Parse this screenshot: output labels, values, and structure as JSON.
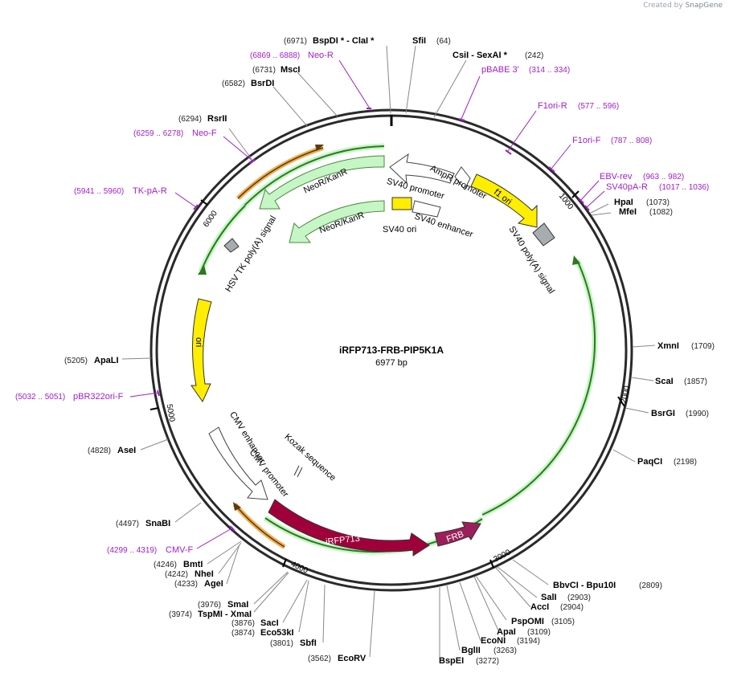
{
  "credit": {
    "prefix": "Created by",
    "brand": "SnapGene"
  },
  "plasmid": {
    "name": "iRFP713-FRB-PIP5K1A",
    "length": "6977 bp"
  },
  "ticks": [
    "1000",
    "2000",
    "3000",
    "4000",
    "5000",
    "6000"
  ],
  "features": {
    "neo_outer": "NeoR/KanR",
    "neo_inner": "NeoR/KanR",
    "sv40_promoter": "SV40 promoter",
    "ampr_promoter": "AmpR promoter",
    "f1_ori": "f1 ori",
    "sv40_ori": "SV40 ori",
    "sv40_enhancer": "SV40 enhancer",
    "sv40_polya": "SV40 poly(A) signal",
    "hsv_tk_polya": "HSV TK poly(A) signal",
    "ori": "ori",
    "cmv_enhancer": "CMV enhancer",
    "cmv_promoter": "CMV promoter",
    "kozak": "Kozak sequence",
    "irfp713": "iRFP713",
    "frb": "FRB"
  },
  "enzymes": [
    {
      "id": "bspdi",
      "pos": "(6971)",
      "name": "BspDI *  - ClaI *"
    },
    {
      "id": "sfii",
      "pos": "(64)",
      "name": "SfiI"
    },
    {
      "id": "csii",
      "pos": "(242)",
      "name": "CsiI  - SexAI *"
    },
    {
      "id": "msci",
      "pos": "(6731)",
      "name": "MscI"
    },
    {
      "id": "bsrdi",
      "pos": "(6582)",
      "name": "BsrDI"
    },
    {
      "id": "rsrii",
      "pos": "(6294)",
      "name": "RsrII"
    },
    {
      "id": "hpai",
      "pos": "(1073)",
      "name": "HpaI"
    },
    {
      "id": "mfei",
      "pos": "(1082)",
      "name": "MfeI"
    },
    {
      "id": "xmni",
      "pos": "(1709)",
      "name": "XmnI"
    },
    {
      "id": "scai",
      "pos": "(1857)",
      "name": "ScaI"
    },
    {
      "id": "bsrgi",
      "pos": "(1990)",
      "name": "BsrGI"
    },
    {
      "id": "paqci",
      "pos": "(2198)",
      "name": "PaqCI"
    },
    {
      "id": "apali",
      "pos": "(5205)",
      "name": "ApaLI"
    },
    {
      "id": "asei",
      "pos": "(4828)",
      "name": "AseI"
    },
    {
      "id": "snabi",
      "pos": "(4497)",
      "name": "SnaBI"
    },
    {
      "id": "bmti",
      "pos": "(4246)",
      "name": "BmtI"
    },
    {
      "id": "nhei",
      "pos": "(4242)",
      "name": "NheI"
    },
    {
      "id": "agei",
      "pos": "(4233)",
      "name": "AgeI"
    },
    {
      "id": "smai",
      "pos": "(3976)",
      "name": "SmaI"
    },
    {
      "id": "tspmi",
      "pos": "(3974)",
      "name": "TspMI  - XmaI"
    },
    {
      "id": "saci",
      "pos": "(3876)",
      "name": "SacI"
    },
    {
      "id": "eco53ki",
      "pos": "(3874)",
      "name": "Eco53kI"
    },
    {
      "id": "sbfi",
      "pos": "(3801)",
      "name": "SbfI"
    },
    {
      "id": "ecorv",
      "pos": "(3562)",
      "name": "EcoRV"
    },
    {
      "id": "bbvci",
      "pos": "(2809)",
      "name": "BbvCI  - Bpu10I"
    },
    {
      "id": "sali",
      "pos": "(2903)",
      "name": "SalI"
    },
    {
      "id": "acci",
      "pos": "(2904)",
      "name": "AccI"
    },
    {
      "id": "pspomi",
      "pos": "(3105)",
      "name": "PspOMI"
    },
    {
      "id": "apai",
      "pos": "(3109)",
      "name": "ApaI"
    },
    {
      "id": "ecoNi",
      "pos": "(3194)",
      "name": "EcoNI"
    },
    {
      "id": "bglii",
      "pos": "(3263)",
      "name": "BglII"
    },
    {
      "id": "bspei",
      "pos": "(3272)",
      "name": "BspEI"
    }
  ],
  "primers": [
    {
      "id": "neor",
      "pos": "(6869 .. 6888)",
      "name": "Neo-R"
    },
    {
      "id": "pbabe",
      "name": "pBABE 3'",
      "pos": "(314 .. 334)"
    },
    {
      "id": "f1orir",
      "name": "F1ori-R",
      "pos": "(577 .. 596)"
    },
    {
      "id": "f1orif",
      "name": "F1ori-F",
      "pos": "(787 .. 808)"
    },
    {
      "id": "ebvrev",
      "name": "EBV-rev",
      "pos": "(963 .. 982)"
    },
    {
      "id": "sv40par",
      "name": "SV40pA-R",
      "pos": "(1017 .. 1036)"
    },
    {
      "id": "neof",
      "pos": "(6259 .. 6278)",
      "name": "Neo-F"
    },
    {
      "id": "tkpar",
      "pos": "(5941 .. 5960)",
      "name": "TK-pA-R"
    },
    {
      "id": "pbr322",
      "pos": "(5032 .. 5051)",
      "name": "pBR322ori-F"
    },
    {
      "id": "cmvf",
      "pos": "(4299 .. 4319)",
      "name": "CMV-F"
    }
  ],
  "colors": {
    "backbone": "#2a2a2a",
    "green_fill": "#c6f5c6",
    "green_stroke": "#2b7a1a",
    "orange": "#f0a030",
    "yellow": "#ffee00",
    "grey": "#a7acb0",
    "irfp": "#a0003a",
    "frb": "#9b1f5a",
    "primer": "#a020c8"
  }
}
